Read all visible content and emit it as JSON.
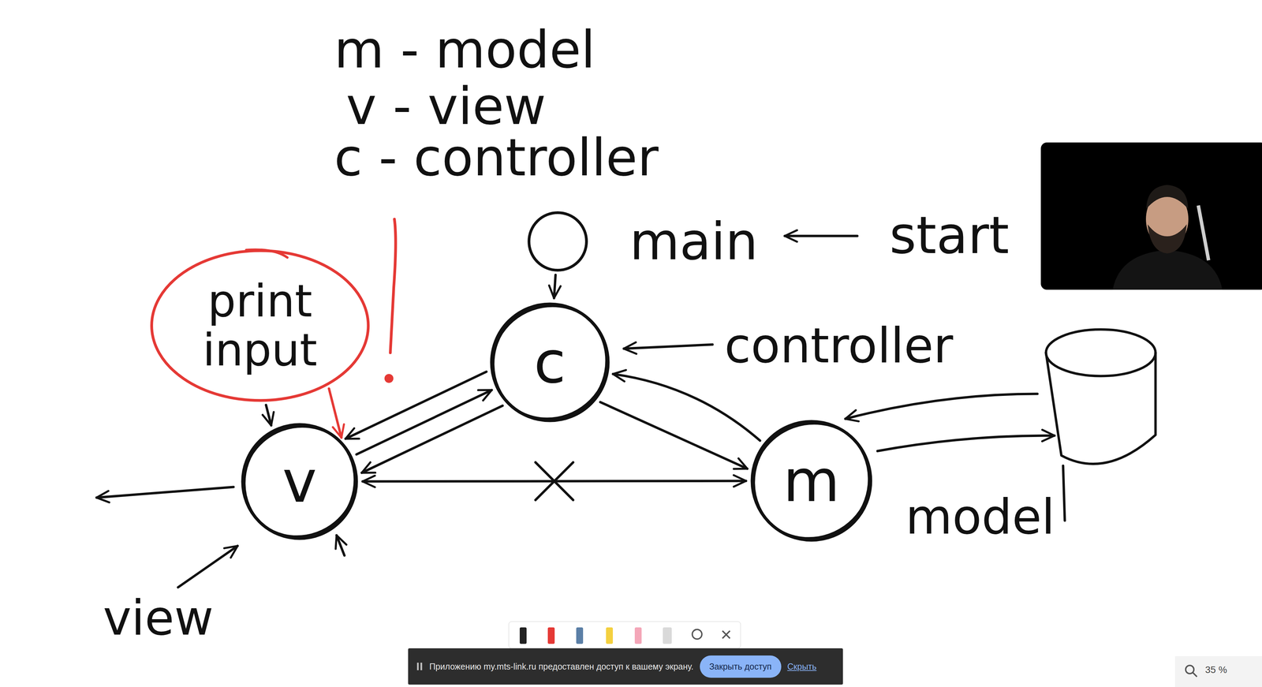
{
  "diagram": {
    "nodes": [
      {
        "text": [
          "main"
        ]
      },
      {
        "text": [
          "print input"
        ]
      },
      {
        "text": [
          "c"
        ]
      },
      {
        "text": [
          "v"
        ]
      },
      {
        "text": [
          "m"
        ]
      },
      {
        "text": [
          "Приложению my.mts-link.ru предоставлен доступ к вашему экрану.",
          "Скрыть"
        ]
      },
      {
        "text": [
          "Закрыть доступ"
        ],
        "in": 5
      }
    ],
    "edges": [
      {
        "from": 0,
        "to": 2,
        "arrow": "to"
      },
      {
        "from": 1,
        "to": 3,
        "arrow": "to"
      },
      {
        "from": 1,
        "to": 3,
        "arrow": "to"
      },
      {
        "from": 3,
        "to": 2,
        "arrow": "to"
      },
      {
        "from": 2,
        "to": 3,
        "arrow": "to"
      },
      {
        "from": 2,
        "to": 3,
        "arrow": "to"
      },
      {
        "from": 3,
        "to": 4,
        "arrow": "both"
      },
      {
        "from": 2,
        "to": 4,
        "arrow": "to"
      },
      {
        "from": 4,
        "to": 2,
        "arrow": "to"
      }
    ],
    "labels": [
      "m - model",
      "v - view",
      "c - controller",
      "start",
      "controller",
      "model",
      "view",
      "35 %"
    ]
  }
}
